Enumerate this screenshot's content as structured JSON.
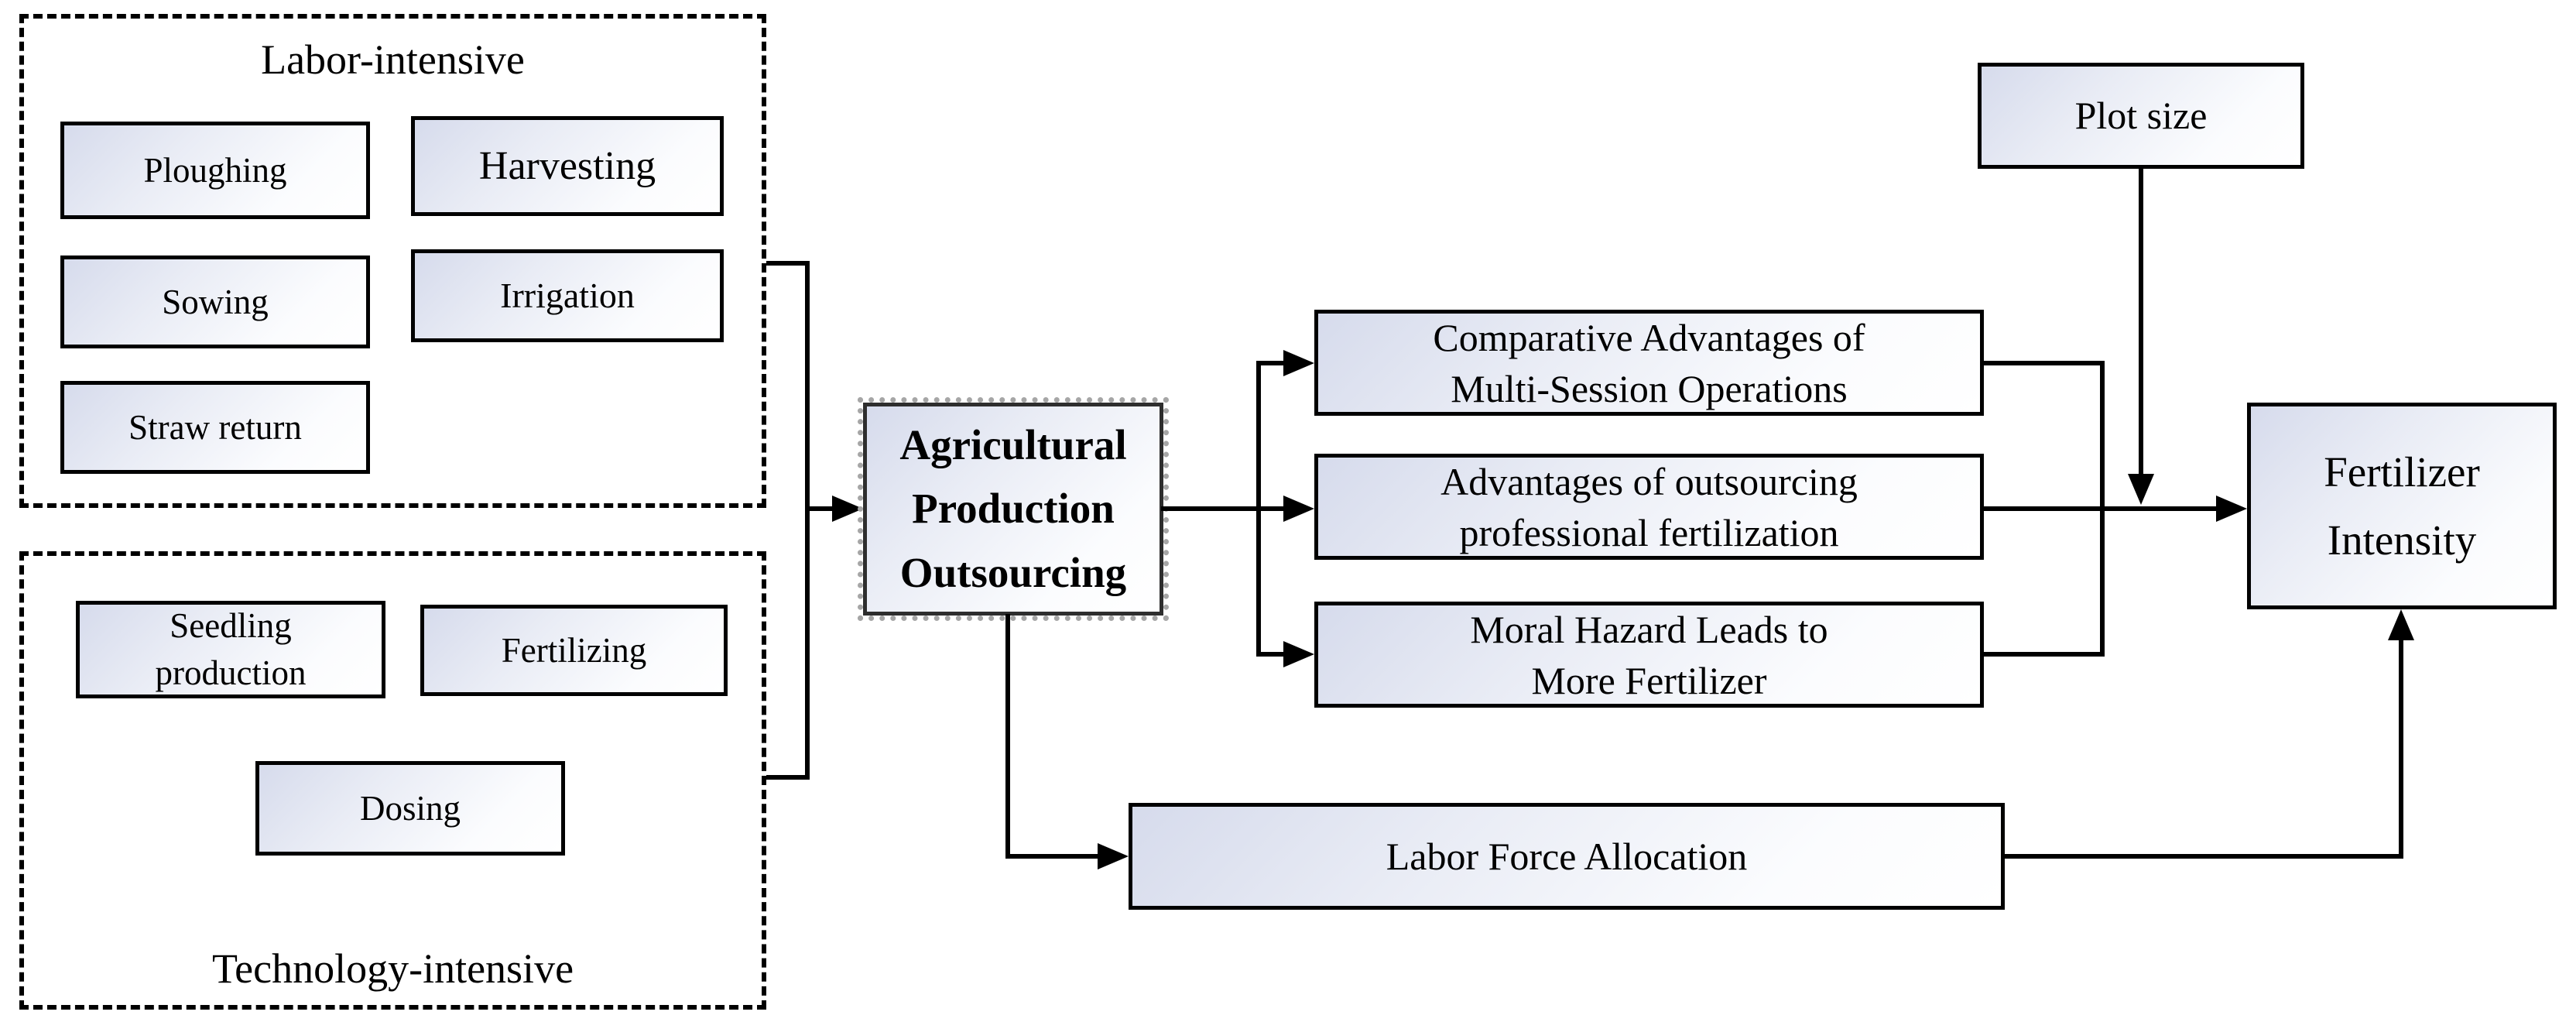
{
  "groups": {
    "labor": {
      "title": "Labor-intensive",
      "items": {
        "ploughing": "Ploughing",
        "harvesting": "Harvesting",
        "sowing": "Sowing",
        "irrigation": "Irrigation",
        "straw_return": "Straw return"
      }
    },
    "technology": {
      "title": "Technology-intensive",
      "items": {
        "seedling": {
          "lines": [
            "Seedling",
            "production"
          ]
        },
        "fertilizing": "Fertilizing",
        "dosing": "Dosing"
      }
    }
  },
  "nodes": {
    "outsourcing": {
      "lines": [
        "Agricultural",
        "Production",
        "Outsourcing"
      ]
    },
    "mechanism_multi_session": {
      "lines": [
        "Comparative Advantages of",
        "Multi-Session Operations"
      ]
    },
    "mechanism_professional_fert": {
      "lines": [
        "Advantages of outsourcing",
        "professional fertilization"
      ]
    },
    "mechanism_moral_hazard": {
      "lines": [
        "Moral Hazard Leads to",
        "More Fertilizer"
      ]
    },
    "labor_force": "Labor Force Allocation",
    "plot_size": "Plot size",
    "fertilizer_intensity": {
      "lines": [
        "Fertilizer",
        "Intensity"
      ]
    }
  },
  "colors": {
    "line": "#000000",
    "box_border": "#000000",
    "box_gradient_start": "#d6dbec",
    "box_gradient_end": "#ffffff",
    "center_box_shadow": "#a6a6a6"
  }
}
